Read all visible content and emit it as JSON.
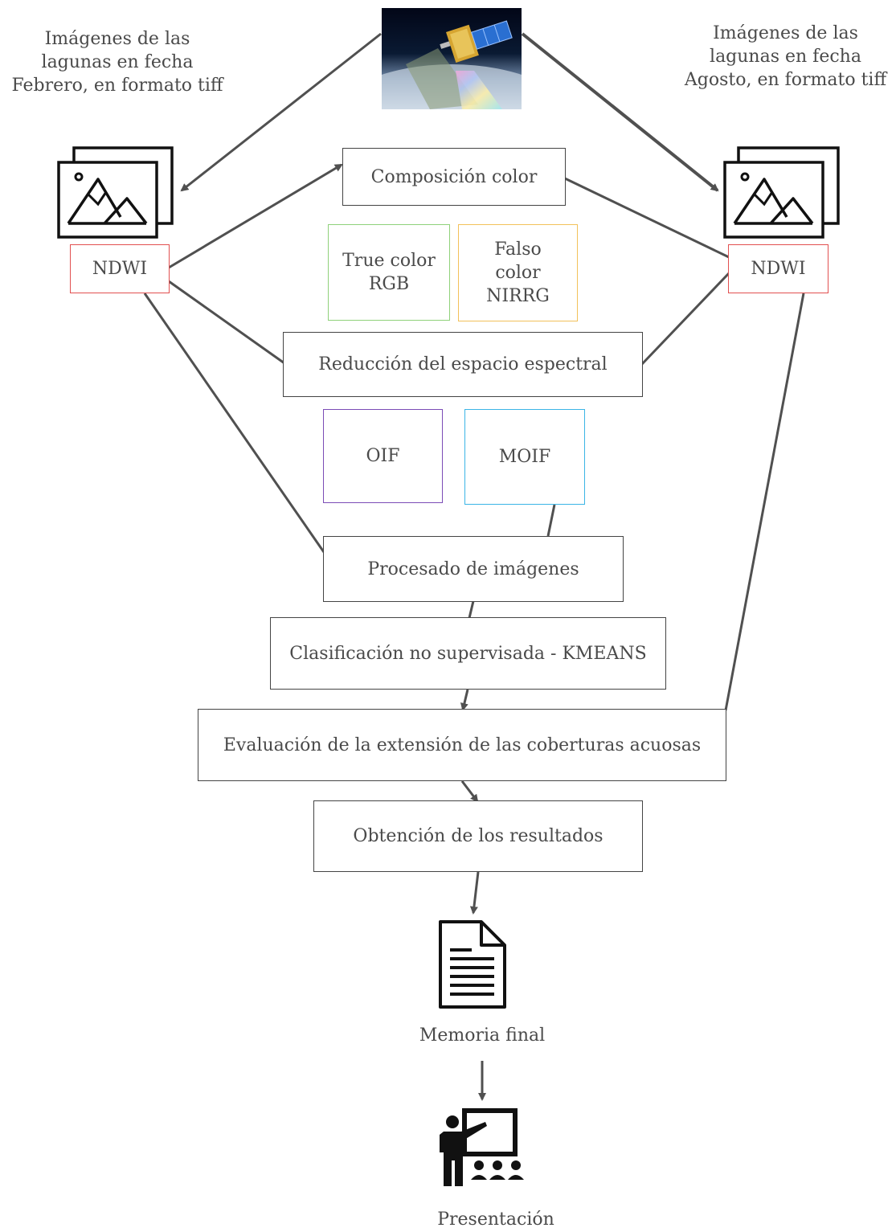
{
  "captions": {
    "left_source": "Imágenes de las\nlagunas en fecha\nFebrero, en formato tiff",
    "right_source": "Imágenes de las\nlagunas en fecha\nAgosto, en formato tiff",
    "memoria": "Memoria final",
    "presentacion": "Presentación"
  },
  "nodes": {
    "ndwi_left": "NDWI",
    "ndwi_right": "NDWI",
    "composicion": "Composición color",
    "true_color": "True color\nRGB",
    "falso_color": "Falso\ncolor\nNIRRG",
    "reduccion": "Reducción del espacio espectral",
    "oif": "OIF",
    "moif": "MOIF",
    "procesado": "Procesado de imágenes",
    "clasificacion": "Clasificación no supervisada - KMEANS",
    "evaluacion": "Evaluación de la extensión de las coberturas acuosas",
    "obtencion": "Obtención de los resultados"
  },
  "icons": {
    "satellite": "satellite-image",
    "images_left": "image-stack-icon",
    "images_right": "image-stack-icon",
    "document": "document-icon",
    "presentation": "presentation-icon"
  },
  "colors": {
    "ndwi_border": "#e25050",
    "true_color_border": "#8fd17a",
    "falso_color_border": "#f2c15a",
    "oif_border": "#7b4cb6",
    "moif_border": "#3bb5e6"
  }
}
